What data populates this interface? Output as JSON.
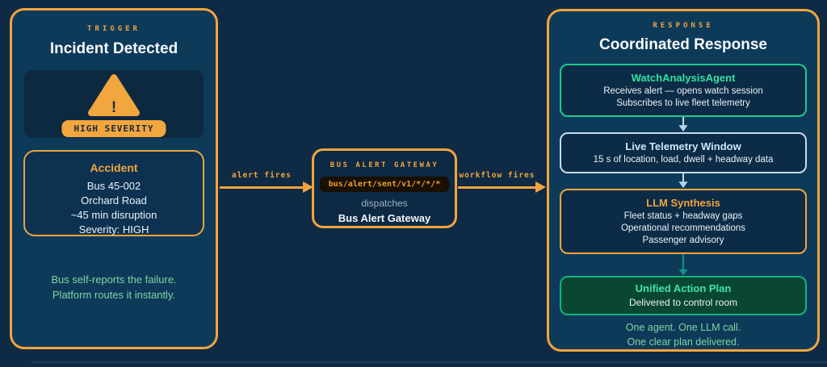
{
  "colors": {
    "background": "#0f2a44",
    "panel": "#0e3a5a",
    "accent_orange": "#f2a43d",
    "note_green": "#7fd3a0",
    "mint_green": "#31e3a3",
    "plan_green": "#3ee6a4",
    "pale_blue": "#cfe6f8",
    "teal_arrow": "#0f9384",
    "code_bg": "#190f02"
  },
  "left_panel": {
    "kicker": "TRIGGER",
    "title": "Incident Detected",
    "warning": {
      "exclamation": "!",
      "severity_badge": "HIGH SEVERITY"
    },
    "incident_card": {
      "title": "Accident",
      "lines": [
        "Bus 45-002",
        "Orchard Road",
        "~45 min disruption",
        "Severity: HIGH"
      ]
    },
    "footnote_lines": [
      "Bus self-reports the failure.",
      "Platform routes it instantly."
    ]
  },
  "flow": {
    "arrow1_label": "alert fires",
    "arrow2_label": "workflow fires"
  },
  "gateway": {
    "kicker": "BUS ALERT GATEWAY",
    "topic": "bus/alert/sent/v1/*/*/*",
    "subtitle": "dispatches",
    "title": "Bus Alert Gateway"
  },
  "right_panel": {
    "kicker": "RESPONSE",
    "title": "Coordinated Response",
    "steps": [
      {
        "title": "WatchAnalysisAgent",
        "lines": [
          "Receives alert — opens watch session",
          "Subscribes to live fleet telemetry"
        ]
      },
      {
        "title": "Live Telemetry Window",
        "lines": [
          "15 s of location, load, dwell + headway data"
        ]
      },
      {
        "title": "LLM Synthesis",
        "lines": [
          "Fleet status + headway gaps",
          "Operational recommendations",
          "Passenger advisory"
        ]
      },
      {
        "title": "Unified Action Plan",
        "lines": [
          "Delivered to control room"
        ]
      }
    ],
    "footnote_lines": [
      "One agent. One LLM call.",
      "One clear plan delivered."
    ]
  }
}
